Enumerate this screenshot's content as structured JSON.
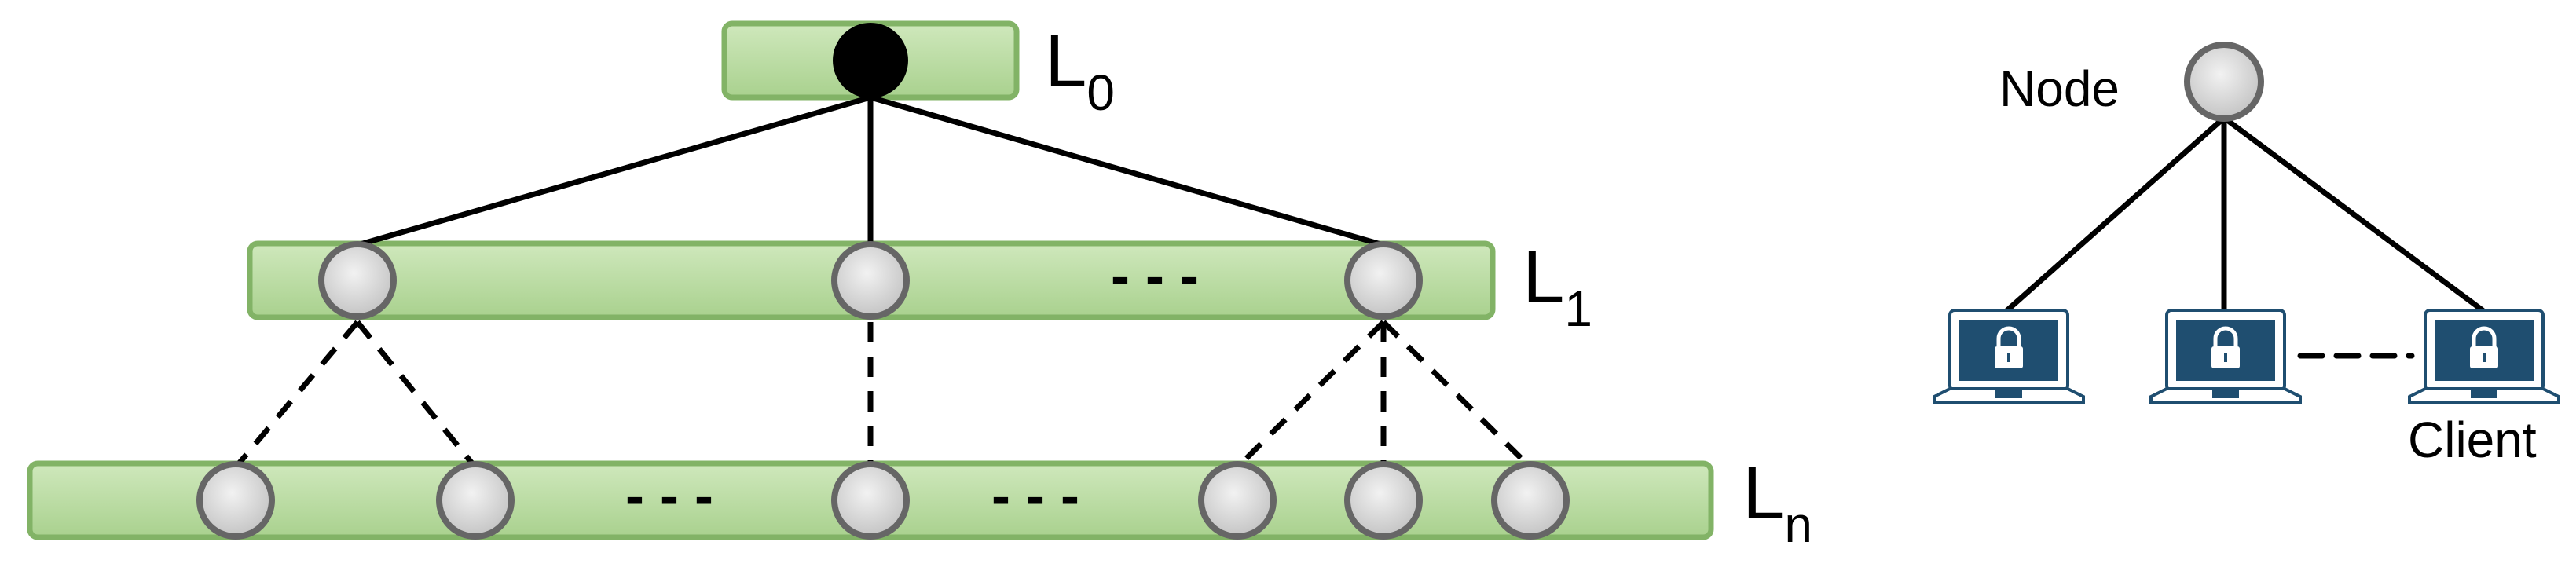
{
  "hierarchy": {
    "levels": [
      {
        "symbol": "L",
        "subscript": "0"
      },
      {
        "symbol": "L",
        "subscript": "1"
      },
      {
        "symbol": "L",
        "subscript": "n"
      }
    ],
    "ellipsis": "- - -"
  },
  "legend": {
    "node_label": "Node",
    "client_label": "Client"
  },
  "colors": {
    "bar_fill_top": "#c6e3b0",
    "bar_fill_bottom": "#a9d18e",
    "bar_stroke": "#82b366",
    "node_fill": "#cccccc",
    "node_stroke": "#666666",
    "root_fill": "#000000",
    "laptop_screen": "#1f4e70",
    "edge": "#000000"
  },
  "icons": {
    "root": "root-node-icon",
    "node": "node-icon",
    "client": "laptop-lock-icon"
  }
}
